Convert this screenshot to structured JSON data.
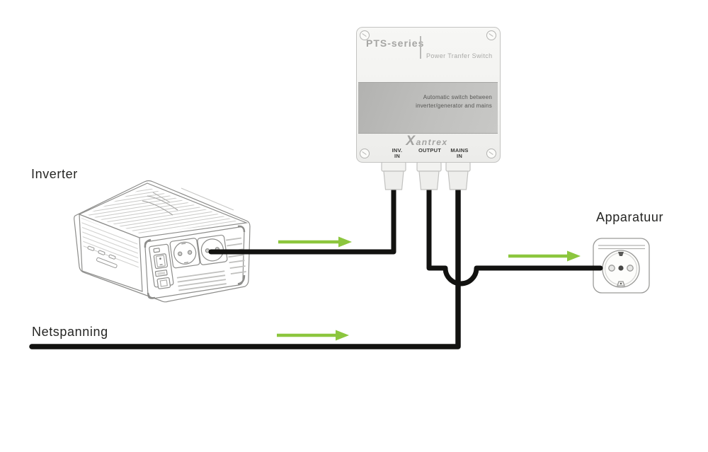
{
  "labels": {
    "inverter": "Inverter",
    "mains_supply": "Netspanning",
    "appliance": "Apparatuur"
  },
  "pts_box": {
    "model": "PTS-series",
    "product_name": "Power Tranfer Switch",
    "description_line1": "Automatic switch between",
    "description_line2": "inverter/generator and mains",
    "brand": "Xantrex",
    "ports": {
      "inv_in": "INV.\nIN",
      "output": "OUTPUT",
      "mains_in": "MAINS\nIN"
    }
  },
  "colors": {
    "flow_arrow_green": "#8cc63e",
    "cable_black": "#121210",
    "panel_gray": "#bdbdbb"
  }
}
